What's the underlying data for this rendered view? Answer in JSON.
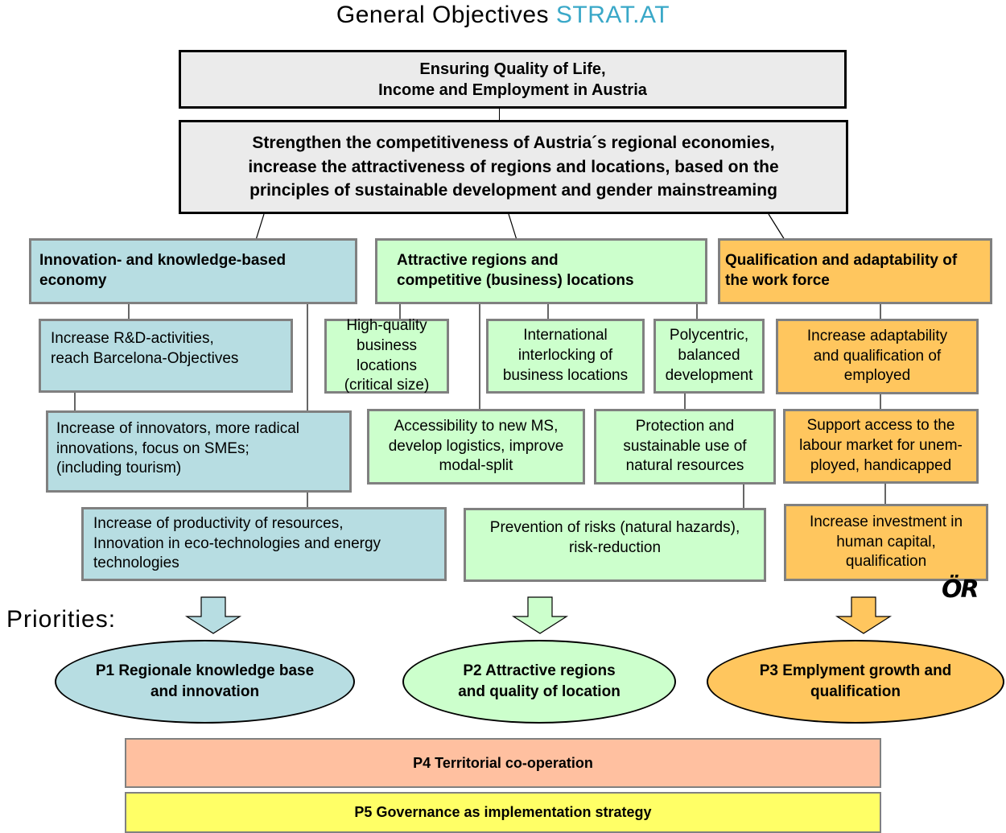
{
  "title": {
    "main": "General Objectives ",
    "accent": "STRAT.AT",
    "accent_color": "#3aa8c8"
  },
  "top": {
    "goal": "Ensuring Quality of Life,\nIncome and Employment in Austria",
    "objective": "Strengthen the competitiveness of Austria´s regional economies,\nincrease the attractiveness of regions and locations, based on the\nprinciples of sustainable development and gender mainstreaming"
  },
  "pillars": {
    "innovation": "Innovation- and knowledge-based\neconomy",
    "attractive": "Attractive regions and\ncompetitive (business) locations",
    "qualification": "Qualification and adaptability of\nthe work force"
  },
  "blue_boxes": [
    "Increase R&D-activities,\nreach Barcelona-Objectives",
    "Increase of innovators, more radical\ninnovations, focus on SMEs;\n(including tourism)",
    "Increase of productivity of resources,\nInnovation in eco-technologies and energy\ntechnologies"
  ],
  "green_boxes": [
    "High-quality\nbusiness locations\n(critical size)",
    "International\ninterlocking of\nbusiness locations",
    "Polycentric,\nbalanced\ndevelopment",
    "Accessibility to new MS,\ndevelop logistics, improve\nmodal-split",
    "Protection and\nsustainable use of\nnatural resources",
    "Prevention of risks (natural hazards),\nrisk-reduction"
  ],
  "orange_boxes": [
    "Increase adaptability\nand qualification of\nemployed",
    "Support access to the\nlabour market for unem-\nployed, handicapped",
    "Increase investment in\nhuman capital,\nqualification"
  ],
  "logo_text": "ÖR",
  "priorities_label": "Priorities:",
  "priorities": [
    "P1 Regionale knowledge base\nand innovation",
    "P2 Attractive regions\nand quality of location",
    "P3 Emplyment growth and\nqualification"
  ],
  "bars": {
    "p4": "P4  Territorial co-operation",
    "p5": "P5  Governance as implementation strategy"
  },
  "colors": {
    "blue": "#b7dde2",
    "green": "#ccffcc",
    "orange": "#ffc65e",
    "gray": "#ebebeb",
    "p4": "#ffc0a0",
    "p5": "#ffff66"
  }
}
